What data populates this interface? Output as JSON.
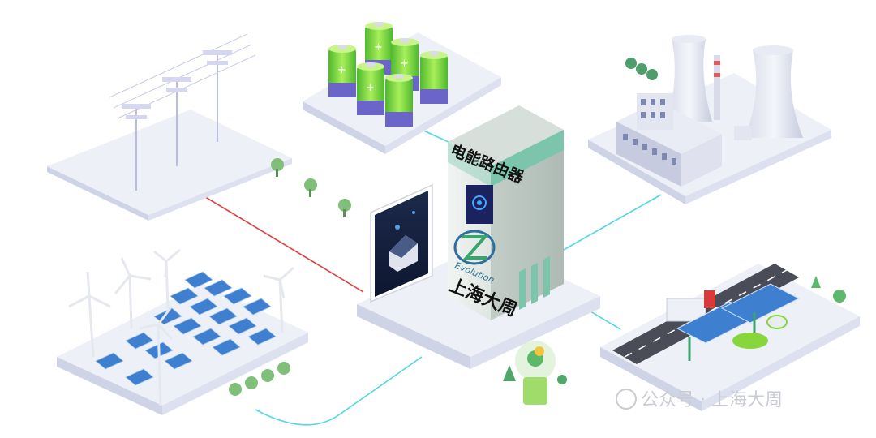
{
  "router": {
    "title": "电能路由器",
    "brand_en": "Evolution",
    "brand_cn": "上海大周"
  },
  "watermark": {
    "text": "公众号 · 上海大周"
  },
  "colors": {
    "platform": "#eef0f8",
    "platform_side": "#cfd3e6",
    "link_red": "#e23a3a",
    "link_cyan": "#4fd8e6",
    "router_body": "#e6ece9",
    "router_accent": "#7cc5ad",
    "battery_green": "#7edc3a",
    "battery_band": "#6b64c9",
    "solar_blue": "#3f7fd0",
    "tree_green": "#5cb86a",
    "road": "#4a4d57"
  },
  "icons": [
    "power-line-icon",
    "battery-icon",
    "factory-icon",
    "solar-panel-icon",
    "wind-turbine-icon",
    "ev-charging-icon",
    "tablet-icon",
    "lightbulb-tree-icon"
  ]
}
